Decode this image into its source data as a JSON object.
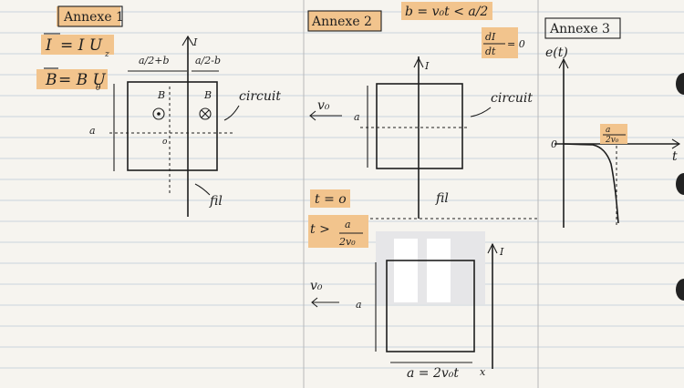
{
  "annexe1": {
    "title": "Annexe 1",
    "eq_current_lhs": "I",
    "eq_current_rhs": "= I U",
    "eq_current_sub": "z",
    "eq_field_lhs": "B",
    "eq_field_rhs": "= B U",
    "eq_field_sub": "θ",
    "label_left_width": "a/2+b",
    "label_right_width": "a/2-b",
    "label_I": "I",
    "label_B1": "B",
    "label_B2": "B",
    "label_a": "a",
    "label_circuit": "circuit",
    "label_fil": "fil",
    "label_o": "o"
  },
  "annexe2": {
    "title": "Annexe 2",
    "eq_b": "b = v₀t < a/2",
    "eq_dIdt_num": "dI",
    "eq_dIdt_den": "dt",
    "eq_dIdt_rhs": "= 0",
    "label_I": "I",
    "label_v0": "v₀",
    "label_a": "a",
    "label_circuit": "circuit",
    "label_fil": "fil",
    "label_t0": "t = o",
    "label_t_gt": "t >",
    "label_t_num": "a",
    "label_t_den": "2v₀",
    "label_v0_lower": "v₀",
    "label_a_lower": "a",
    "label_I_lower": "I",
    "label_bottom": "a = 2v₀t",
    "label_x": "x"
  },
  "annexe3": {
    "title": "Annexe 3",
    "y_label": "e(t)",
    "origin_label": "0",
    "x_label": "t",
    "tick_num": "a",
    "tick_den": "2v₀"
  },
  "colors": {
    "highlight": "#f2c48d",
    "ink": "#1e1e1e",
    "paper": "#f6f4ef",
    "rule": "#c9d3dc",
    "margin": "#b8b8b8"
  }
}
